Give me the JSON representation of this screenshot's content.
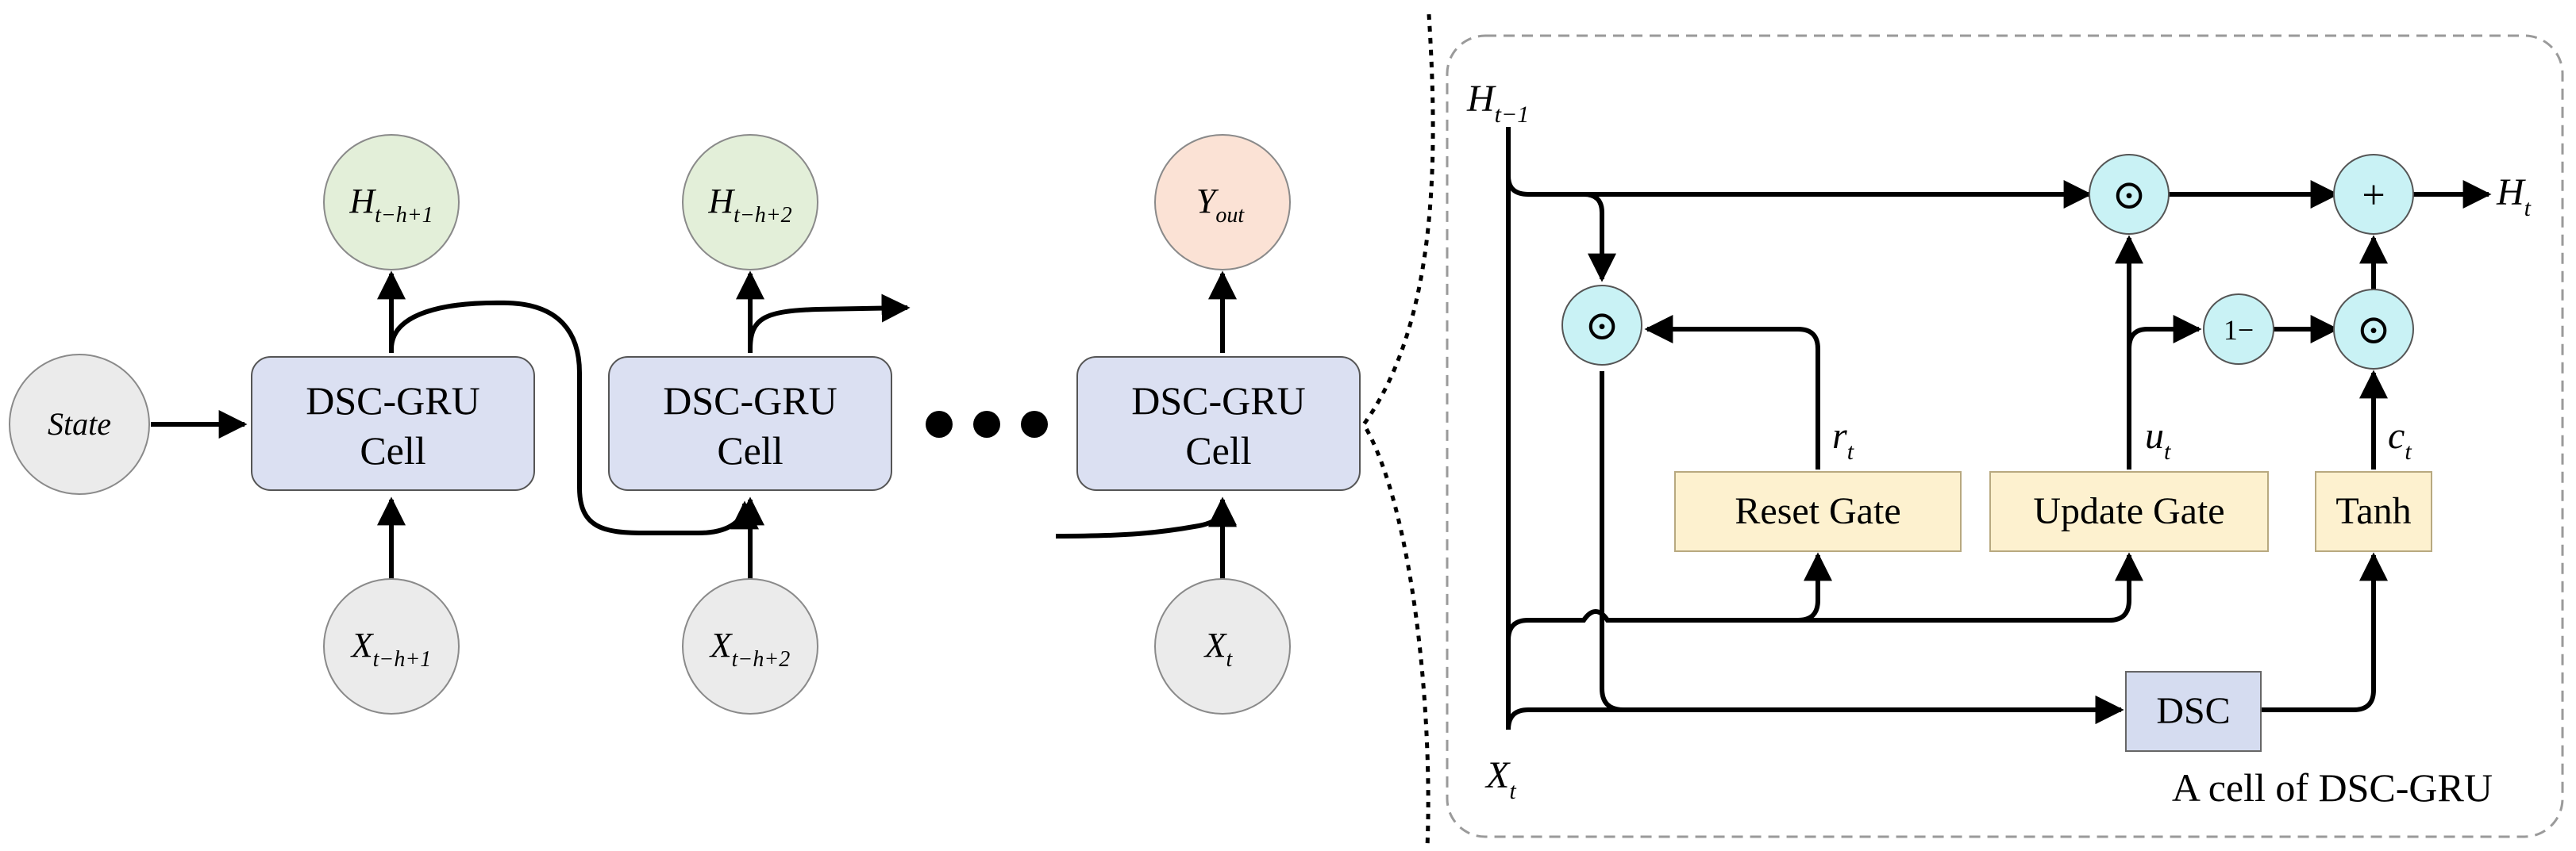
{
  "left": {
    "state_label": "State",
    "cells": [
      {
        "line1": "DSC-GRU",
        "line2": "Cell"
      },
      {
        "line1": "DSC-GRU",
        "line2": "Cell"
      },
      {
        "line1": "DSC-GRU",
        "line2": "Cell"
      }
    ],
    "outputs": [
      {
        "main": "H",
        "sub": "t−h+1"
      },
      {
        "main": "H",
        "sub": "t−h+2"
      },
      {
        "main": "Y",
        "sub": "out"
      }
    ],
    "inputs": [
      {
        "main": "X",
        "sub": "t−h+1"
      },
      {
        "main": "X",
        "sub": "t−h+2"
      },
      {
        "main": "X",
        "sub": "t"
      }
    ]
  },
  "right": {
    "h_prev": {
      "main": "H",
      "sub": "t−1"
    },
    "h_out": {
      "main": "H",
      "sub": "t"
    },
    "x_in": {
      "main": "X",
      "sub": "t"
    },
    "r_label": {
      "main": "r",
      "sub": "t"
    },
    "u_label": {
      "main": "u",
      "sub": "t"
    },
    "c_label": {
      "main": "c",
      "sub": "t"
    },
    "reset_gate": "Reset Gate",
    "update_gate": "Update Gate",
    "tanh": "Tanh",
    "dsc": "DSC",
    "hadamard": "⊙",
    "plus": "+",
    "one_minus": "1−",
    "caption": "A cell of DSC-GRU"
  },
  "colors": {
    "cell_fill": "#dbe0f2",
    "gray_node": "#ebebeb",
    "green_node": "#e3efd9",
    "orange_node": "#fbe2d5",
    "gate_fill": "#fdf1cf",
    "dsc_fill": "#d5dcf0",
    "op_fill": "#c9f2f5"
  }
}
